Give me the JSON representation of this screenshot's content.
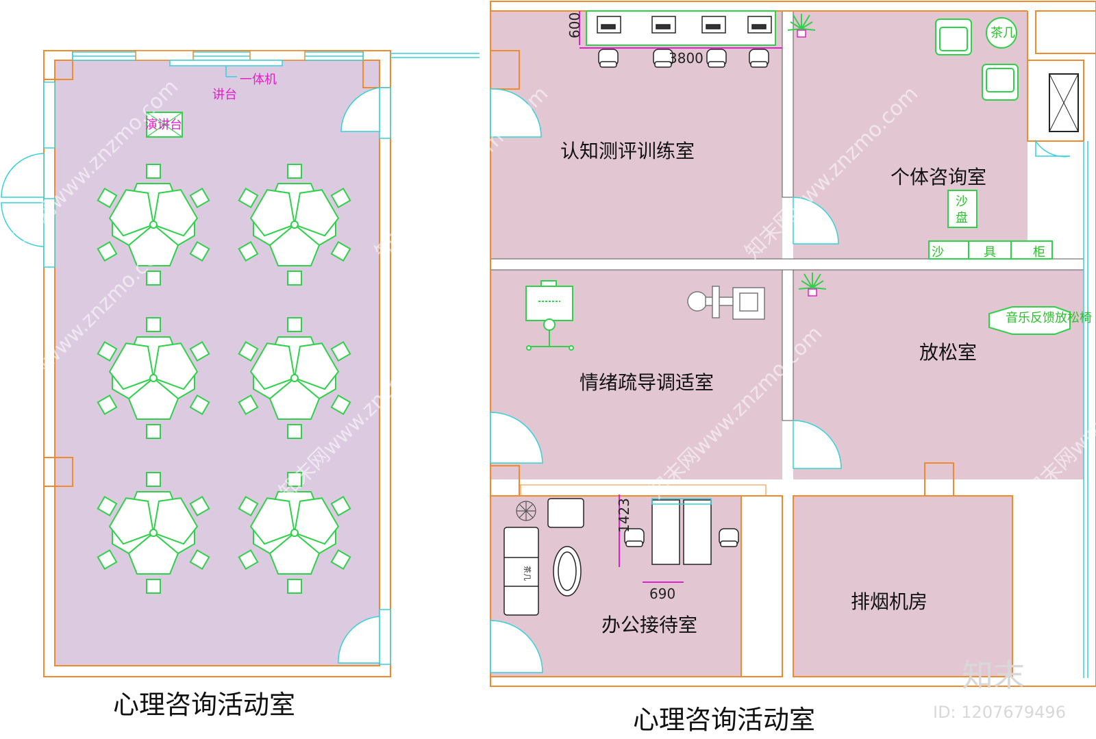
{
  "rooms": {
    "cognitive": "认知测评训练室",
    "individual": "个体咨询室",
    "emotion": "情绪疏导调适室",
    "relax": "放松室",
    "office": "办公接待室",
    "exhaust": "排烟机房"
  },
  "captions": {
    "left": "心理咨询活动室",
    "right": "心理咨询活动室"
  },
  "labels": {
    "aio": "一体机",
    "podium": "讲台",
    "lectern": "演讲台",
    "tea_table": "茶几",
    "sand_tray": [
      "沙",
      "盘"
    ],
    "sand_cabinet": [
      "沙",
      "具",
      "柜"
    ],
    "massage_chair": "音乐反馈放松椅",
    "sofa_mark": "茶几"
  },
  "dimensions": {
    "d600": "600",
    "d3800": "3800",
    "d1423": "1423",
    "d690": "690"
  },
  "watermark": {
    "text": "知末网www.znzmo.com",
    "brand": "知末",
    "id": "ID: 1207679496"
  },
  "colors": {
    "wall": "#f08a2e",
    "floor_left": "#dccae0",
    "floor_right": "#e2c7d3",
    "furniture": "#2fd04a",
    "window": "#35d0d8",
    "annotation": "#e020c8"
  }
}
